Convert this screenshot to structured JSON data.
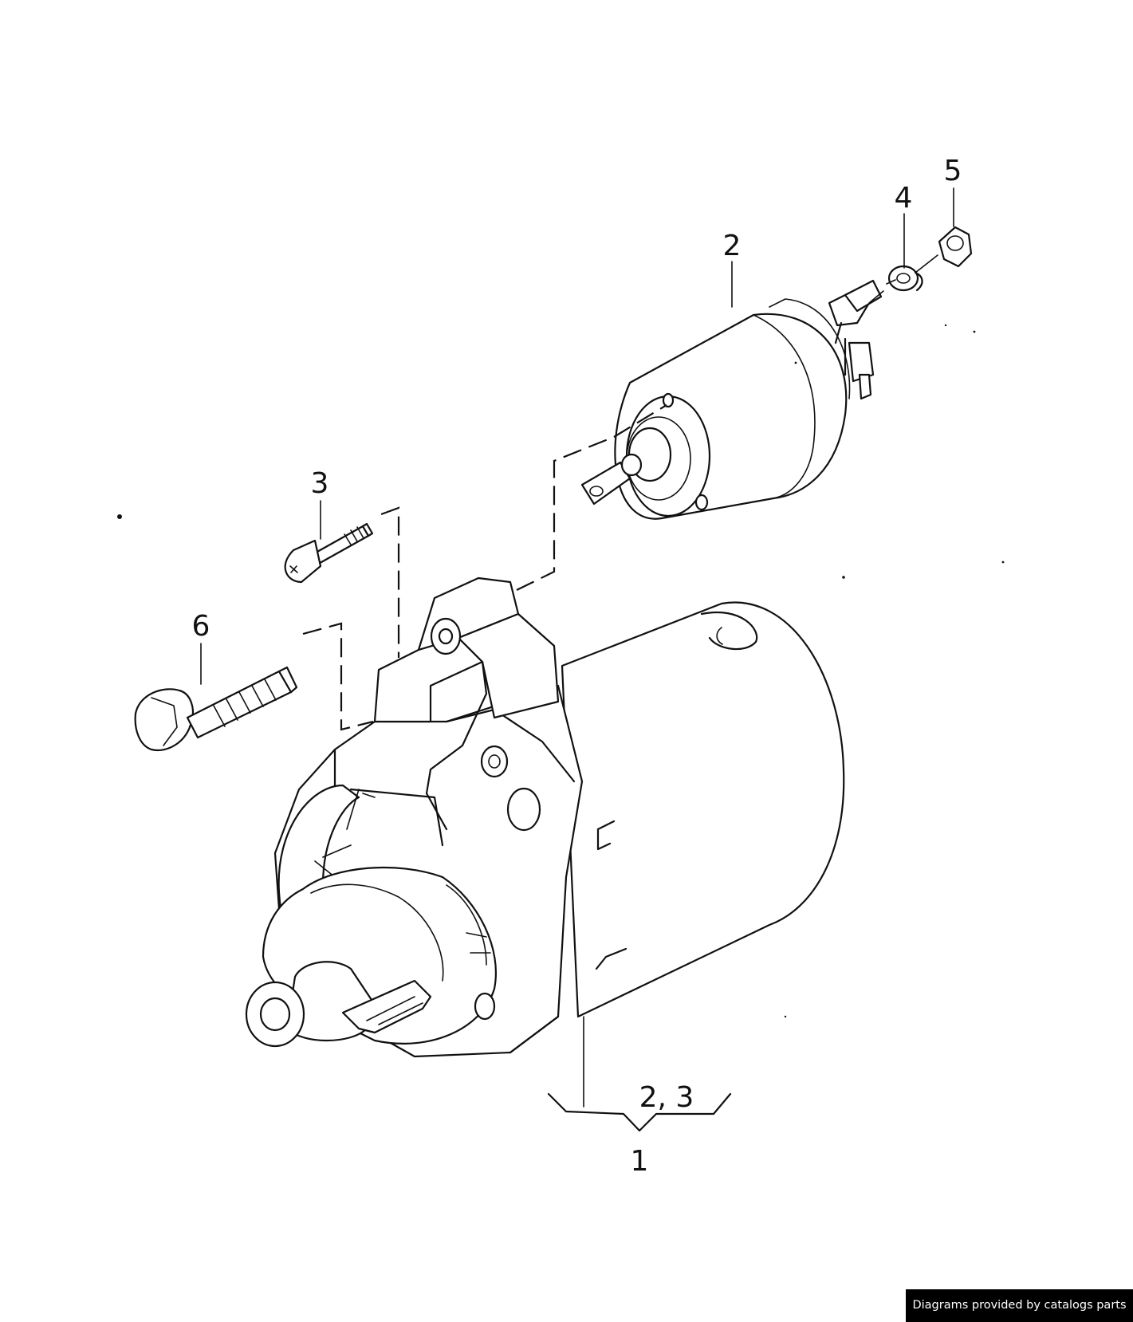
{
  "callouts": {
    "c1": "1",
    "c2": "2",
    "c3": "3",
    "c4": "4",
    "c5": "5",
    "c6": "6",
    "c23": "2, 3"
  },
  "credit": "Diagrams provided by catalogs parts",
  "colors": {
    "ink": "#111111",
    "background": "#ffffff",
    "credit_bg": "#000000",
    "credit_text": "#ffffff"
  }
}
